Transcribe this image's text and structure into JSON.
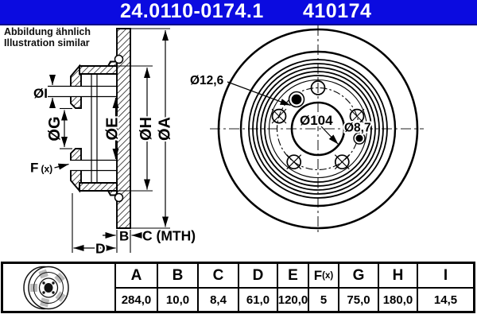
{
  "header": {
    "part_number": "24.0110-0174.1",
    "ref_number": "410174",
    "bar_color": "#0b0be0"
  },
  "note": {
    "line1": "Abbildung ähnlich",
    "line2": "Illustration similar"
  },
  "drawing": {
    "section_labels": {
      "dia_i": "ØI",
      "dia_g": "ØG",
      "dia_e": "ØE",
      "dia_h": "ØH",
      "dia_a": "ØA",
      "f_main": "F",
      "f_sub": "(x)",
      "b": "B",
      "c_mth": "C (MTH)",
      "d": "D"
    },
    "front_labels": {
      "pin_hole_dia": "Ø12,6",
      "center_bore_dia": "Ø104",
      "screw_hole_dia": "Ø8,7"
    }
  },
  "table": {
    "columns": [
      "A",
      "B",
      "C",
      "D",
      "E",
      "F(x)",
      "G",
      "H",
      "I"
    ],
    "f_main": "F",
    "f_sub": "(x)",
    "values": [
      "284,0",
      "10,0",
      "8,4",
      "61,0",
      "120,0",
      "5",
      "75,0",
      "180,0",
      "14,5"
    ]
  },
  "colors": {
    "line": "#000000",
    "header_blue": "#0b0be0",
    "icon_gray": "#bbbbbb"
  }
}
